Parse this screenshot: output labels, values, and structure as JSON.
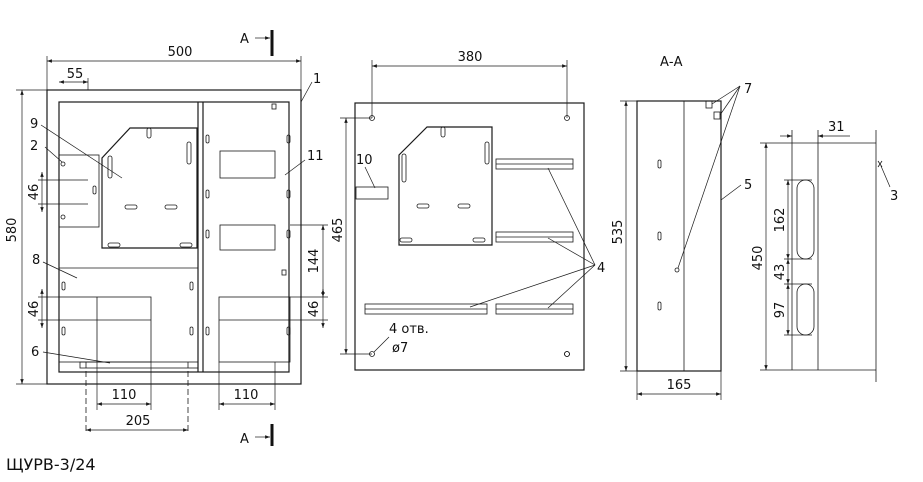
{
  "model": "ЩУРВ-3/24",
  "section_marker": "А",
  "section_title": "А-А",
  "holes_note": "4 отв.",
  "holes_diameter": "ø7",
  "dims": {
    "width_500": "500",
    "offset_55": "55",
    "height_580": "580",
    "dim_46_a": "46",
    "dim_46_b": "46",
    "dim_110_a": "110",
    "dim_205": "205",
    "dim_110_b": "110",
    "dim_144": "144",
    "dim_46_c": "46",
    "mount_380": "380",
    "mount_465": "465",
    "depth_535": "535",
    "depth_165": "165",
    "slot_31": "31",
    "slot_450": "450",
    "slot_162": "162",
    "slot_43": "43",
    "slot_97": "97"
  },
  "callouts": {
    "c1": "1",
    "c2": "2",
    "c3": "3",
    "c4": "4",
    "c5": "5",
    "c6": "6",
    "c7": "7",
    "c8": "8",
    "c9": "9",
    "c10": "10",
    "c11": "11"
  },
  "colors": {
    "line": "#1a1a1a",
    "background": "#ffffff"
  }
}
